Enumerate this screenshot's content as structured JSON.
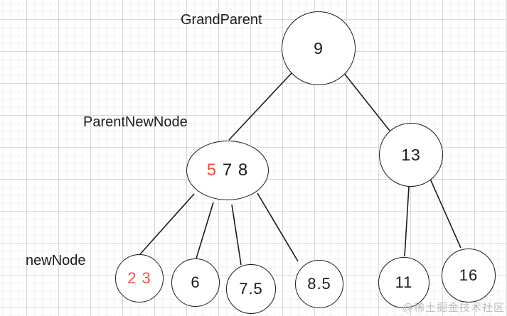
{
  "diagram": {
    "labels": {
      "grandparent": "GrandParent",
      "parent_new_node": "ParentNewNode",
      "new_node": "newNode"
    },
    "nodes": {
      "grandparent": {
        "red": "",
        "black": "9"
      },
      "parent": {
        "red": "5",
        "black": " 7 8"
      },
      "right_child": {
        "red": "",
        "black": "13"
      },
      "new_node": {
        "red": "2 3",
        "black": ""
      },
      "child_6": {
        "red": "",
        "black": "6"
      },
      "child_7_5": {
        "red": "",
        "black": "7.5"
      },
      "child_8_5": {
        "red": "",
        "black": "8.5"
      },
      "child_11": {
        "red": "",
        "black": "11"
      },
      "child_16": {
        "red": "",
        "black": "16"
      }
    },
    "colors": {
      "highlight_red": "#ee5048",
      "stroke": "#1c1c1c"
    },
    "watermark": "@稀土掘金技术社区"
  }
}
